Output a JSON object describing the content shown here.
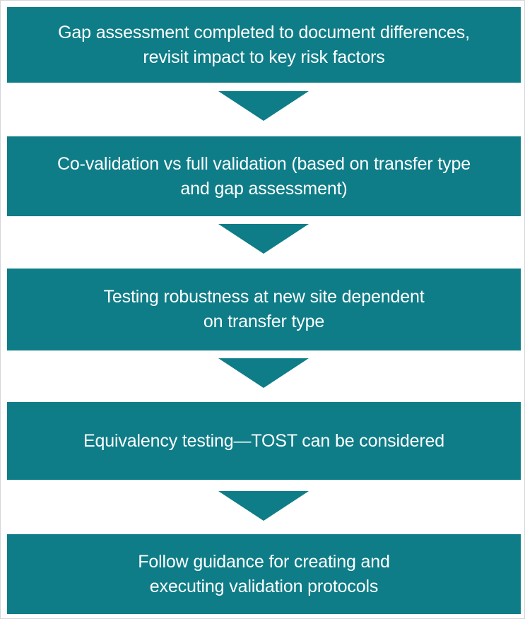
{
  "diagram": {
    "type": "vertical-flowchart",
    "orientation": "top-to-bottom",
    "accent_color": "#0E7D88",
    "text_color": "#FFFFFF",
    "background_color": "#FFFFFF",
    "border_color": "#D2D6DA",
    "step_count": 5,
    "connector_count": 4,
    "connector_icon": "down-arrow-icon",
    "steps": [
      {
        "index": 1,
        "text": "Gap assessment completed to document differences,\nrevisit impact to key risk factors",
        "lines": [
          "Gap assessment completed to document differences,",
          "revisit impact to key risk factors"
        ]
      },
      {
        "index": 2,
        "text": "Co-validation vs full validation (based on transfer type\nand gap assessment)",
        "lines": [
          "Co-validation vs full validation (based on transfer type",
          "and gap assessment)"
        ]
      },
      {
        "index": 3,
        "text": "Testing robustness at new site dependent\non transfer type",
        "lines": [
          "Testing robustness at new site dependent",
          "on transfer type"
        ]
      },
      {
        "index": 4,
        "text": "Equivalency testing—TOST can be considered",
        "lines": [
          "Equivalency testing—TOST can be considered"
        ]
      },
      {
        "index": 5,
        "text": "Follow guidance for creating and\nexecuting validation protocols",
        "lines": [
          "Follow guidance for creating and",
          "executing validation protocols"
        ]
      }
    ],
    "connectors": [
      {
        "index": 1,
        "from_step": 1,
        "to_step": 2,
        "label": ""
      },
      {
        "index": 2,
        "from_step": 2,
        "to_step": 3,
        "label": ""
      },
      {
        "index": 3,
        "from_step": 3,
        "to_step": 4,
        "label": ""
      },
      {
        "index": 4,
        "from_step": 4,
        "to_step": 5,
        "label": ""
      }
    ]
  }
}
